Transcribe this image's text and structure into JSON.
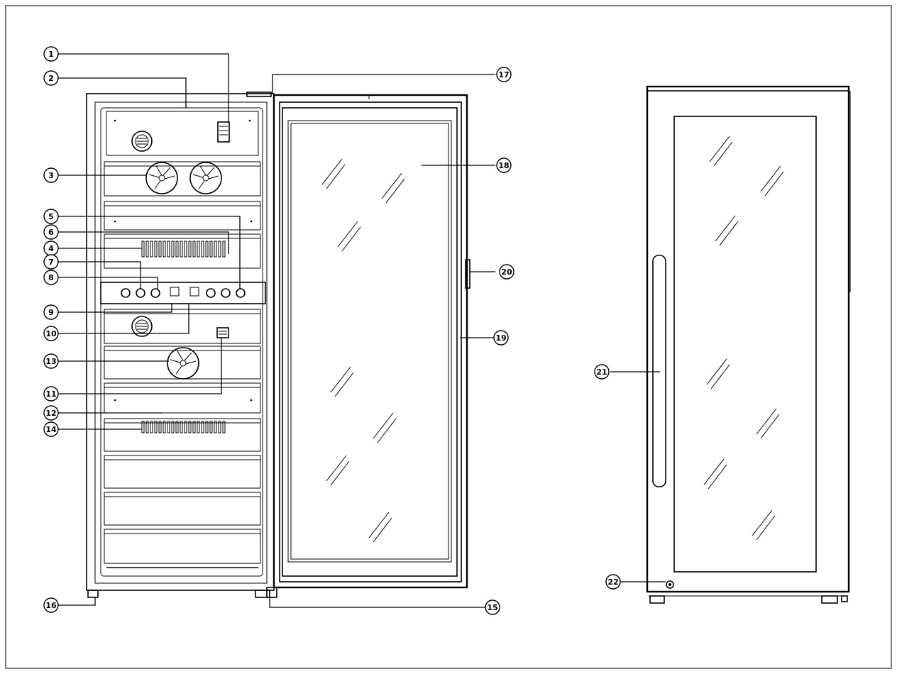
{
  "diagram": {
    "callouts": [
      {
        "id": "c1",
        "label": "1"
      },
      {
        "id": "c2",
        "label": "2"
      },
      {
        "id": "c3",
        "label": "3"
      },
      {
        "id": "c5",
        "label": "5"
      },
      {
        "id": "c6",
        "label": "6"
      },
      {
        "id": "c4",
        "label": "4"
      },
      {
        "id": "c7",
        "label": "7"
      },
      {
        "id": "c8",
        "label": "8"
      },
      {
        "id": "c9",
        "label": "9"
      },
      {
        "id": "c10",
        "label": "10"
      },
      {
        "id": "c13",
        "label": "13"
      },
      {
        "id": "c11",
        "label": "11"
      },
      {
        "id": "c12",
        "label": "12"
      },
      {
        "id": "c14",
        "label": "14"
      },
      {
        "id": "c16",
        "label": "16"
      },
      {
        "id": "c17",
        "label": "17"
      },
      {
        "id": "c18",
        "label": "18"
      },
      {
        "id": "c20",
        "label": "20"
      },
      {
        "id": "c19",
        "label": "19"
      },
      {
        "id": "c15",
        "label": "15"
      },
      {
        "id": "c21",
        "label": "21"
      },
      {
        "id": "c22",
        "label": "22"
      }
    ]
  }
}
